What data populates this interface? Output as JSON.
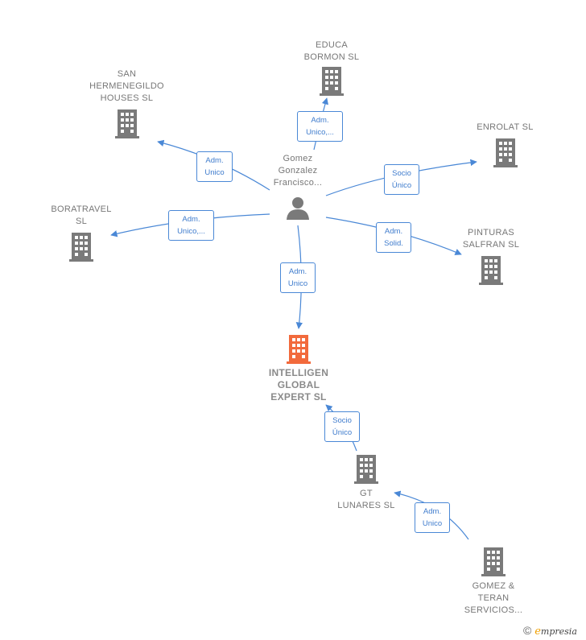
{
  "nodes": {
    "person": {
      "name": "Gomez\nGonzalez\nFrancisco..."
    },
    "educa": {
      "name": "EDUCA\nBORMON  SL"
    },
    "sanhermenegildo": {
      "name": "SAN\nHERMENEGILDO\nHOUSES  SL"
    },
    "enrolat": {
      "name": "ENROLAT SL"
    },
    "boratravel": {
      "name": "BORATRAVEL\nSL"
    },
    "pinturas": {
      "name": "PINTURAS\nSALFRAN  SL"
    },
    "intelligen": {
      "name": "INTELLIGEN\nGLOBAL\nEXPERT  SL"
    },
    "gtlunares": {
      "name": "GT\nLUNARES  SL"
    },
    "gomezteran": {
      "name": "GOMEZ &\nTERAN\nSERVICIOS..."
    }
  },
  "edges": {
    "educa": "Adm.\nUnico,...",
    "sanhermenegildo": "Adm.\nUnico",
    "enrolat": "Socio\nÚnico",
    "boratravel": "Adm.\nUnico,...",
    "pinturas": "Adm.\nSolid.",
    "intelligen": "Adm.\nUnico",
    "gt_to_intelligen": "Socio\nÚnico",
    "gomez_to_gt": "Adm.\nUnico"
  },
  "colors": {
    "edge": "#4a88d6",
    "building": "#7a7a7a",
    "focus_building": "#f26a3c"
  },
  "footer": {
    "copyright": "©",
    "brand_e": "e",
    "brand_rest": "mpresia"
  }
}
